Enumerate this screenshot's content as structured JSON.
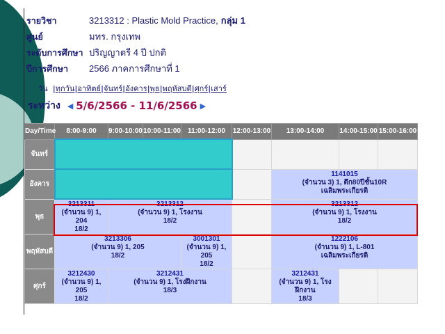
{
  "info": {
    "subject_label": "รายวิชา",
    "subject_value": "3213312 : Plastic Mold Practice,",
    "group": "กลุ่ม 1",
    "center_label": "ศูนย์",
    "center_value": "มทร. กรุงเทพ",
    "level_label": "ระดับการศึกษา",
    "level_value": "ปริญญาตรี 4 ปี ปกติ",
    "year_label": "ปีการศึกษา",
    "year_value": "2566 ภาคการศึกษาที่ 1"
  },
  "day_selector": {
    "label": "วัน",
    "days": [
      "ทุกวัน",
      "อาทิตย์",
      "จันทร์",
      "อังคาร",
      "พุธ",
      "พฤหัสบดี",
      "ศุกร์",
      "เสาร์"
    ]
  },
  "range": {
    "label": "ระหว่าง",
    "dates": "5/6/2566 - 11/6/2566"
  },
  "table": {
    "headers": [
      "Day/Time",
      "8:00-9:00",
      "9:00-10:00",
      "10:00-11:00",
      "11:00-12:00",
      "12:00-13:00",
      "13:00-14:00",
      "14:00-15:00",
      "15:00-16:00"
    ],
    "days": [
      "จันทร์",
      "อังคาร",
      "พุธ",
      "พฤหัสบดี",
      "ศุกร์"
    ],
    "tue": {
      "c1": {
        "code": "1141015",
        "line1": "(จำนวน 3) 1, ตึก80ปีชั้น10R",
        "line2": "เฉลิมพระเกียรติ"
      }
    },
    "wed": {
      "c1": {
        "code": "3213311",
        "line1": "(จำนวน 9) 1, 204",
        "line2": "18/2"
      },
      "c2": {
        "code": "3213312",
        "line1": "(จำนวน 9) 1, โรงงาน",
        "line2": "18/2"
      },
      "c3": {
        "code": "3213312",
        "line1": "(จำนวน 9) 1, โรงงาน",
        "line2": "18/2"
      }
    },
    "thu": {
      "c1": {
        "code": "3213306",
        "line1": "(จำนวน 9) 1, 205",
        "line2": "18/2"
      },
      "c2": {
        "code": "3001301",
        "line1": "(จำนวน 9) 1, 205",
        "line2": "18/2"
      },
      "c3": {
        "code": "1222106",
        "line1": "(จำนวน 9) 1, L-801",
        "line2": "เฉลิมพระเกียรติ"
      }
    },
    "fri": {
      "c1": {
        "code": "3212430",
        "line1": "(จำนวน 9) 1, 205",
        "line2": "18/2"
      },
      "c2": {
        "code": "3212431",
        "line1": "(จำนวน 9) 1, โรงฝึกงาน",
        "line2": "18/3"
      },
      "c3": {
        "code": "3212431",
        "line1": "(จำนวน 9) 1, โรงฝึกงาน",
        "line2": "18/3"
      }
    }
  },
  "colors": {
    "accent_dark": "#0f5b55",
    "accent_light": "#a9cfc9",
    "class_cell": "#c6d1ff",
    "cyan_block": "#33cccc",
    "highlight": "#e00000",
    "date_range": "#a01050"
  }
}
